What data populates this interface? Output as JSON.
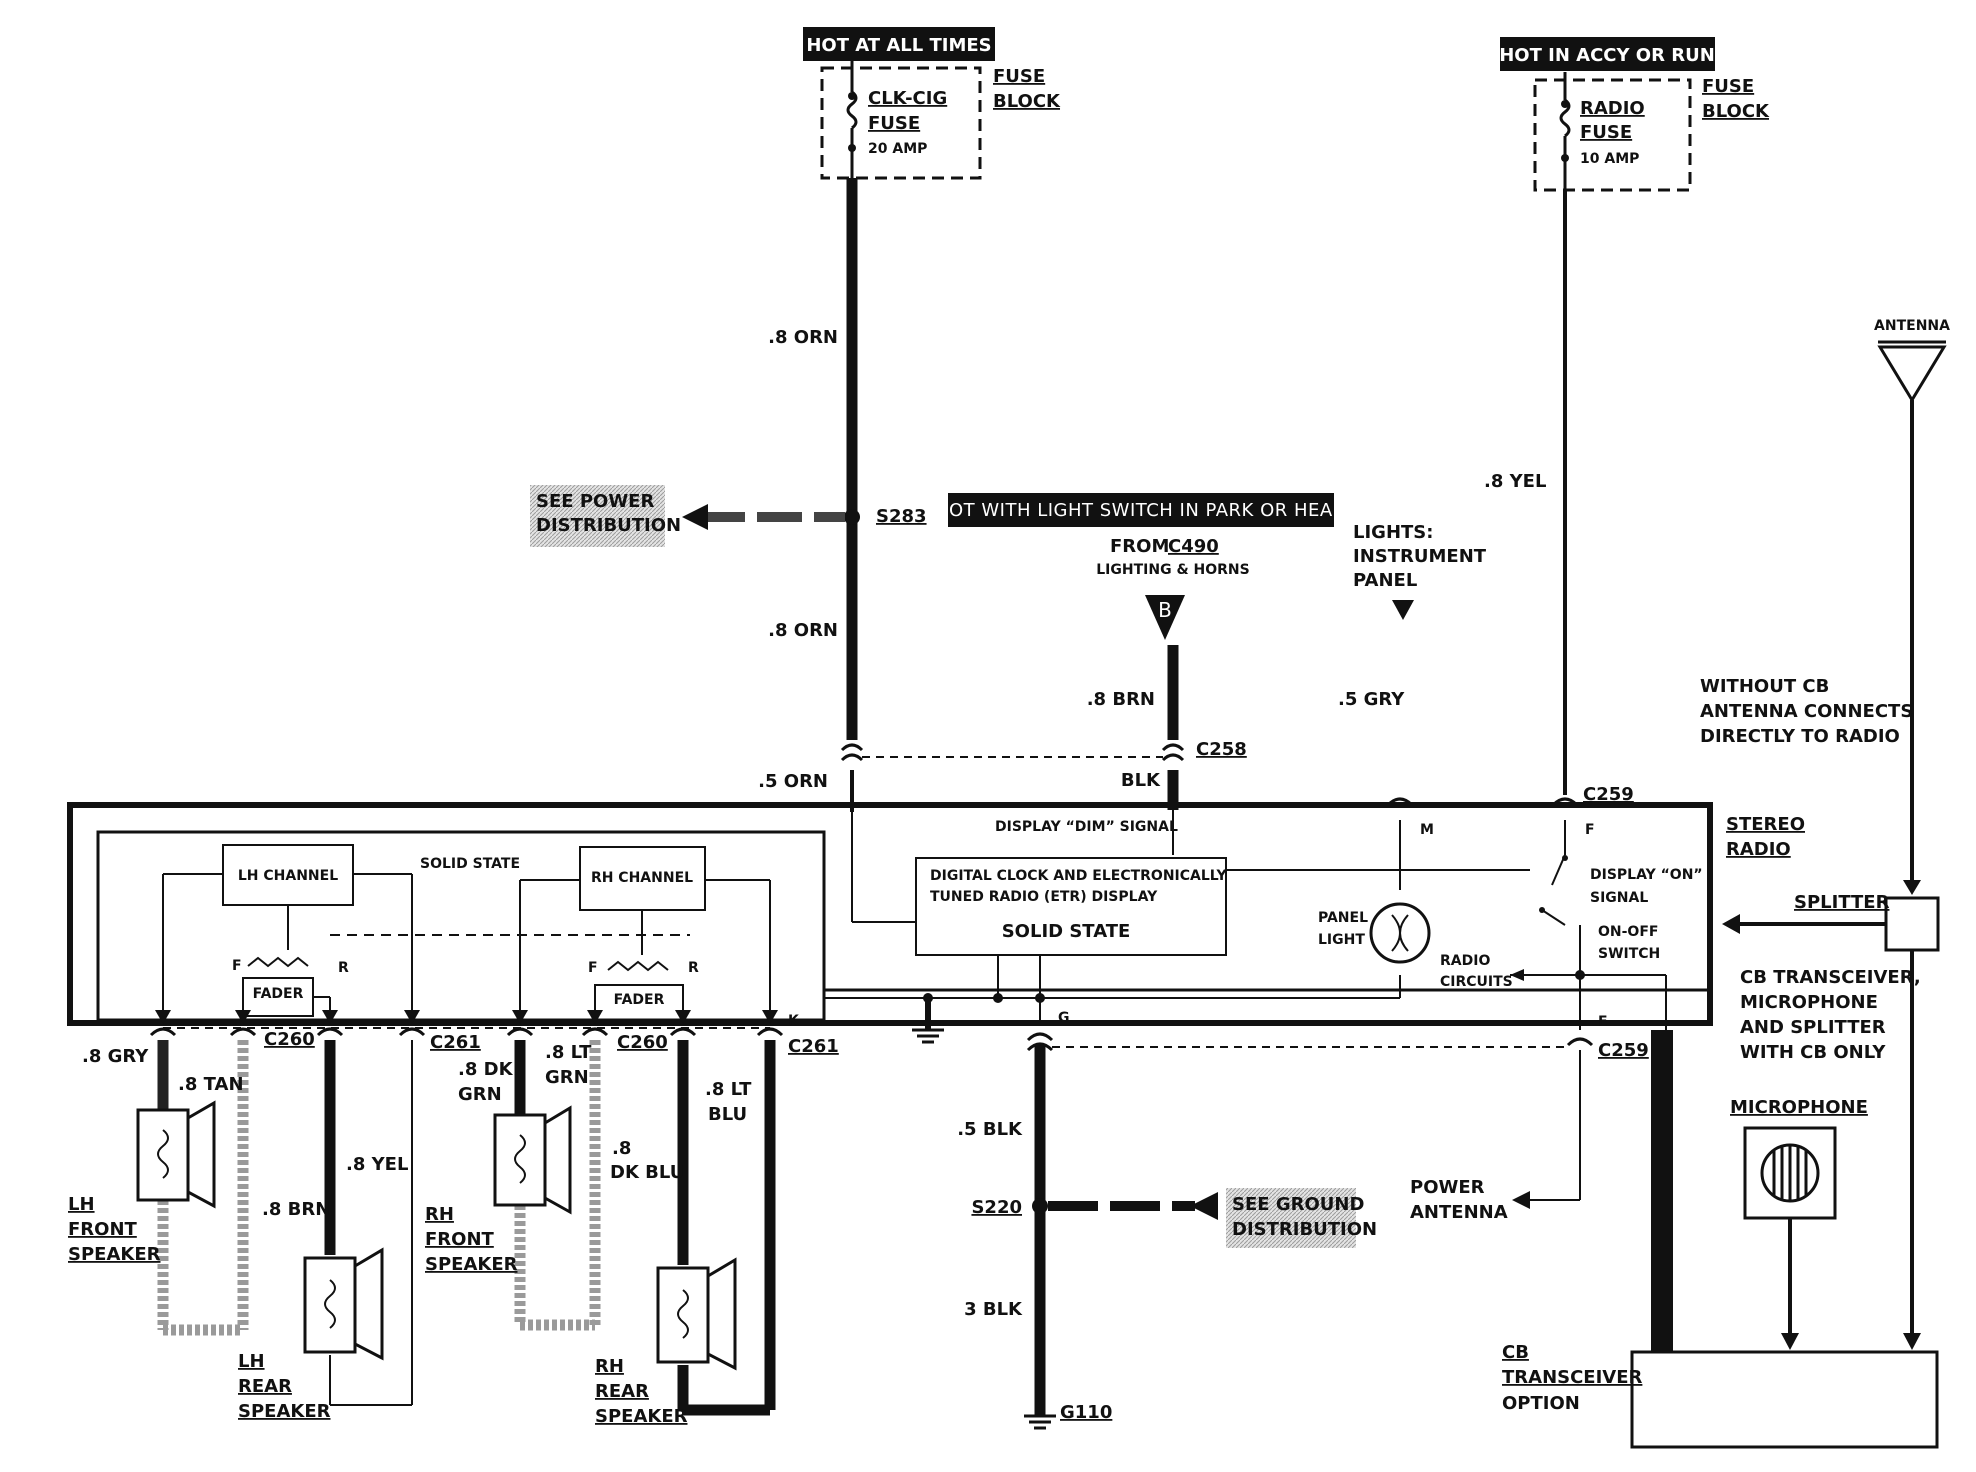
{
  "colors": {
    "ink": "#111111",
    "paper": "#ffffff",
    "grey_wire": "#9a9a9a",
    "hatch": "#c8c8c8"
  },
  "banners": {
    "hot_all_times": "HOT AT ALL TIMES",
    "hot_accy_run": "HOT IN ACCY OR RUN",
    "hot_light_switch": "HOT WITH LIGHT SWITCH IN PARK OR HEAD"
  },
  "fuse1": {
    "name1": "CLK-CIG",
    "name2": "FUSE",
    "rating": "20 AMP",
    "block1": "FUSE",
    "block2": "BLOCK"
  },
  "fuse2": {
    "name1": "RADIO",
    "name2": "FUSE",
    "rating": "10 AMP",
    "block1": "FUSE",
    "block2": "BLOCK"
  },
  "wires": {
    "orn_upper": ".8 ORN",
    "orn_lower": ".8 ORN",
    "orn_small": ".5 ORN",
    "yel": ".8 YEL",
    "brn": ".8 BRN",
    "blk": "BLK",
    "gry": ".5 GRY",
    "blk_5": ".5 BLK",
    "blk_3": "3 BLK",
    "gry8": ".8 GRY",
    "tan8": ".8 TAN",
    "yel8": ".8 YEL",
    "brn8": ".8 BRN",
    "dkgrn1": ".8 DK",
    "dkgrn2": "GRN",
    "ltgrn1": ".8 LT",
    "ltgrn2": "GRN",
    "dkblu1": ".8",
    "dkblu2": "DK BLU",
    "ltblu1": ".8 LT",
    "ltblu2": "BLU"
  },
  "splices": {
    "s283": "S283",
    "s220": "S220"
  },
  "grounds": {
    "g110": "G110"
  },
  "connectors": {
    "c258": "C258",
    "c259_top": "C259",
    "c259_bot": "C259",
    "c260a": "C260",
    "c261a": "C261",
    "c260b": "C260",
    "c261b": "C261"
  },
  "refs": {
    "power_dist1": "SEE POWER",
    "power_dist2": "DISTRIBUTION",
    "ground_dist1": "SEE GROUND",
    "ground_dist2": "DISTRIBUTION",
    "from_c490_pre": "FROM ",
    "from_c490": "C490",
    "lighting_horns": "LIGHTING & HORNS",
    "badge_b": "B",
    "lights1": "LIGHTS:",
    "lights2": "INSTRUMENT",
    "lights3": "PANEL"
  },
  "antenna": {
    "label": "ANTENNA",
    "note1": "WITHOUT CB",
    "note2": "ANTENNA CONNECTS",
    "note3": "DIRECTLY TO RADIO",
    "splitter": "SPLITTER",
    "cb1": "CB TRANSCEIVER,",
    "cb2": "MICROPHONE",
    "cb3": "AND SPLITTER",
    "cb4": "WITH CB ONLY",
    "microphone": "MICROPHONE",
    "cbopt1": "CB",
    "cbopt2": "TRANSCEIVER",
    "cbopt3": "OPTION"
  },
  "radio": {
    "stereo1": "STEREO",
    "stereo2": "RADIO",
    "dim_signal": "DISPLAY “DIM” SIGNAL",
    "lh_channel": "LH CHANNEL",
    "rh_channel": "RH CHANNEL",
    "solid_state": "SOLID STATE",
    "fader": "FADER",
    "f": "F",
    "r": "R",
    "etr1": "DIGITAL CLOCK AND ELECTRONICALLY",
    "etr2": "TUNED RADIO (ETR) DISPLAY",
    "etr3": "SOLID STATE",
    "panel1": "PANEL",
    "panel2": "LIGHT",
    "radio1": "RADIO",
    "radio2": "CIRCUITS",
    "disp_on1": "DISPLAY “ON”",
    "disp_on2": "SIGNAL",
    "onoff1": "ON-OFF",
    "onoff2": "SWITCH",
    "pin_m": "M",
    "pin_f": "F",
    "pin_g": "G",
    "pin_e": "E",
    "pin_k": "K",
    "power_ant1": "POWER",
    "power_ant2": "ANTENNA"
  },
  "speakers": {
    "lhf1": "LH",
    "lhf2": "FRONT",
    "lhf3": "SPEAKER",
    "lhr1": "LH",
    "lhr2": "REAR",
    "lhr3": "SPEAKER",
    "rhf1": "RH",
    "rhf2": "FRONT",
    "rhf3": "SPEAKER",
    "rhr1": "RH",
    "rhr2": "REAR",
    "rhr3": "SPEAKER"
  }
}
